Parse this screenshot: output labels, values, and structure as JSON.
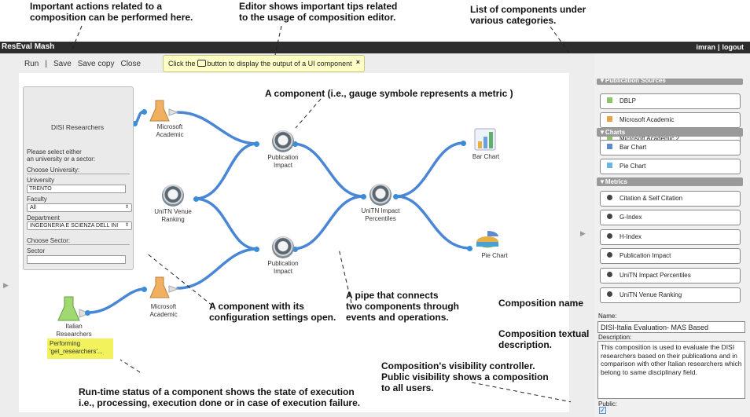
{
  "annotations": {
    "actions_line1": "Important actions related to a",
    "actions_line2": "composition can be performed here.",
    "tips_line1": "Editor shows important tips related",
    "tips_line2": "to the usage of composition editor.",
    "list_line1": "List of components under",
    "list_line2": "various categories.",
    "component": "A component (i.e., gauge symbole represents a metric )",
    "pipe_line1": "A pipe that connects",
    "pipe_line2": "two components through",
    "pipe_line3": "events and operations.",
    "config_line1": "A component with its",
    "config_line2": "configuration settings open.",
    "name": "Composition name",
    "desc_line1": "Composition textual",
    "desc_line2": "description.",
    "vis_line1": "Composition's visibility controller.",
    "vis_line2": "Public visibility shows a composition",
    "vis_line3": "to all users.",
    "runtime_line1": "Run-time status of a component shows the state of execution",
    "runtime_line2": "i.e., processing, execution done or in case of execution failure."
  },
  "app": {
    "title": "ResEval Mash",
    "user": "imran",
    "sep": "|",
    "logout": "logout"
  },
  "toolbar": {
    "run": "Run",
    "sep": "|",
    "save": "Save",
    "save_copy": "Save copy",
    "close": "Close"
  },
  "tip": {
    "before": "Click the",
    "after": "button to display the output of a UI component",
    "close": "×"
  },
  "config": {
    "title": "DISI Researchers",
    "prompt1": "Please select either",
    "prompt2": "an university or a sector:",
    "choose_university": "Choose University:",
    "university_label": "University",
    "university_value": "TRENTO",
    "faculty_label": "Faculty",
    "faculty_value": "All",
    "department_label": "Department",
    "department_value": "INGEGNERIA E SCIENZA DELL INI",
    "choose_sector": "Choose Sector:",
    "sector_label": "Sector",
    "sector_value": ""
  },
  "nodes": {
    "ms_academic_1": "Microsoft\nAcademic",
    "ms_academic_1_a": "Microsoft",
    "ms_academic_1_b": "Academic",
    "venue_a": "UniTN Venue",
    "venue_b": "Ranking",
    "pubimp1_a": "Publication",
    "pubimp1_b": "Impact",
    "pubimp2_a": "Publication",
    "pubimp2_b": "Impact",
    "percentiles_a": "UniTN Impact",
    "percentiles_b": "Percentiles",
    "bar_chart": "Bar Chart",
    "pie_chart": "Pie Chart",
    "italian_a": "Italian",
    "italian_b": "Researchers",
    "ms_academic_2_a": "Microsoft",
    "ms_academic_2_b": "Academic"
  },
  "status": {
    "line1": "Performing",
    "line2": "'get_researchers'..."
  },
  "panel": {
    "sources_header": "▼Publication Sources",
    "sources": [
      "DBLP",
      "Microsoft Academic",
      "Microsoft Academic 2"
    ],
    "charts_header": "▼Charts",
    "charts": [
      "Bar Chart",
      "Pie Chart"
    ],
    "metrics_header": "▼Metrics",
    "metrics": [
      "Citation & Self Citation",
      "G-Index",
      "H-Index",
      "Publication Impact",
      "UniTN Impact Percentiles",
      "UniTN Venue Ranking"
    ],
    "name_label": "Name:",
    "name_value": "DISI-Italia Evaluation- MAS Based",
    "desc_label": "Description:",
    "desc_value": "This composition is used to evaluate the DISI researchers based on their publications and in comparison with other Italian researchers which belong to same disciplinary field.",
    "public_label": "Public:",
    "public_checked": true
  },
  "colors": {
    "pipe": "#4a86d6",
    "accent": "#f2f25c",
    "topbar": "#2d2d2d"
  }
}
